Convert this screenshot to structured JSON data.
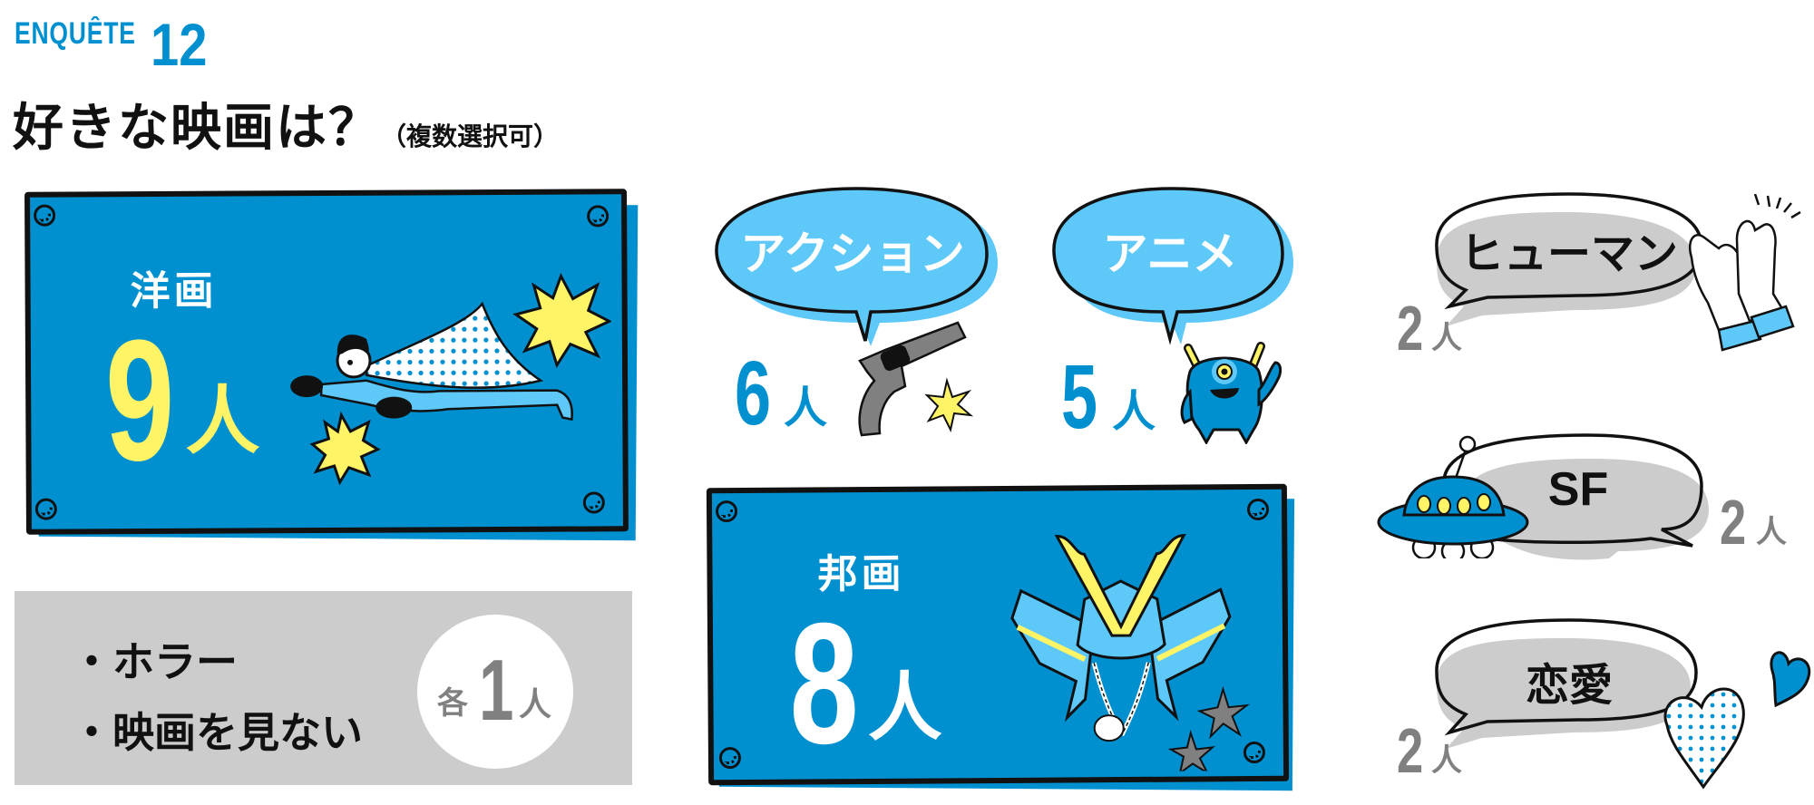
{
  "header": {
    "enquete_label": "ENQUÊTE",
    "enquete_number": "12",
    "question": "好きな映画は？",
    "question_note": "（複数選択可）"
  },
  "colors": {
    "brand_blue": "#0090D0",
    "light_blue": "#5EC8F8",
    "accent_yellow": "#FFF466",
    "gray_fill": "#CCCCCC",
    "gray_text": "#808080",
    "ink": "#111111"
  },
  "results": {
    "western": {
      "label": "洋画",
      "count": "9",
      "unit": "人",
      "icon": "flying-superhero-icon"
    },
    "japanese": {
      "label": "邦画",
      "count": "8",
      "unit": "人",
      "icon": "samurai-helmet-icon"
    },
    "action": {
      "label": "アクション",
      "count": "6",
      "unit": "人",
      "icon": "revolver-icon"
    },
    "anime": {
      "label": "アニメ",
      "count": "5",
      "unit": "人",
      "icon": "one-eyed-monster-icon"
    },
    "human": {
      "label": "ヒューマン",
      "count": "2",
      "unit": "人",
      "icon": "clapping-hands-icon"
    },
    "sf": {
      "label": "SF",
      "count": "2",
      "unit": "人",
      "icon": "ufo-icon"
    },
    "romance": {
      "label": "恋愛",
      "count": "2",
      "unit": "人",
      "icon": "hearts-icon"
    }
  },
  "others": {
    "items": [
      "・ホラー",
      "・映画を見ない"
    ],
    "each_prefix": "各",
    "count": "1",
    "unit": "人"
  },
  "chart_data": {
    "type": "bar",
    "title": "好きな映画は？（複数選択可）",
    "categories": [
      "洋画",
      "邦画",
      "アクション",
      "アニメ",
      "ヒューマン",
      "SF",
      "恋愛",
      "ホラー",
      "映画を見ない"
    ],
    "values": [
      9,
      8,
      6,
      5,
      2,
      2,
      2,
      1,
      1
    ],
    "ylabel": "人"
  }
}
